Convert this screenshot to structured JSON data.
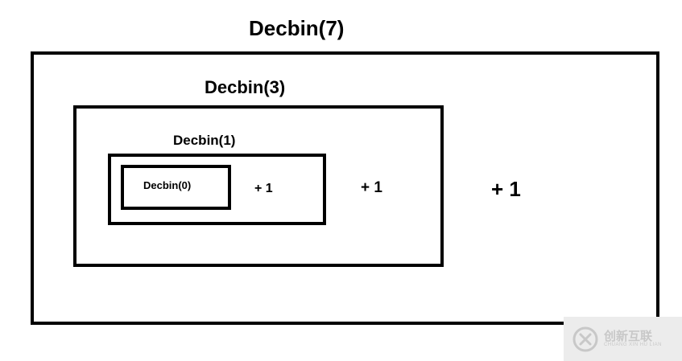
{
  "diagram": {
    "outer": {
      "title": "Decbin(7)",
      "plus": "+ 1"
    },
    "level3": {
      "title": "Decbin(3)",
      "plus": "+ 1"
    },
    "level1": {
      "title": "Decbin(1)",
      "plus": "+ 1"
    },
    "level0": {
      "title": "Decbin(0)"
    }
  },
  "watermark": {
    "brand_cn": "创新互联",
    "brand_en": "CHUANG XIN HU LIAN"
  },
  "colors": {
    "line": "#000000",
    "background": "#ffffff",
    "watermark": "#c8c8c8"
  }
}
